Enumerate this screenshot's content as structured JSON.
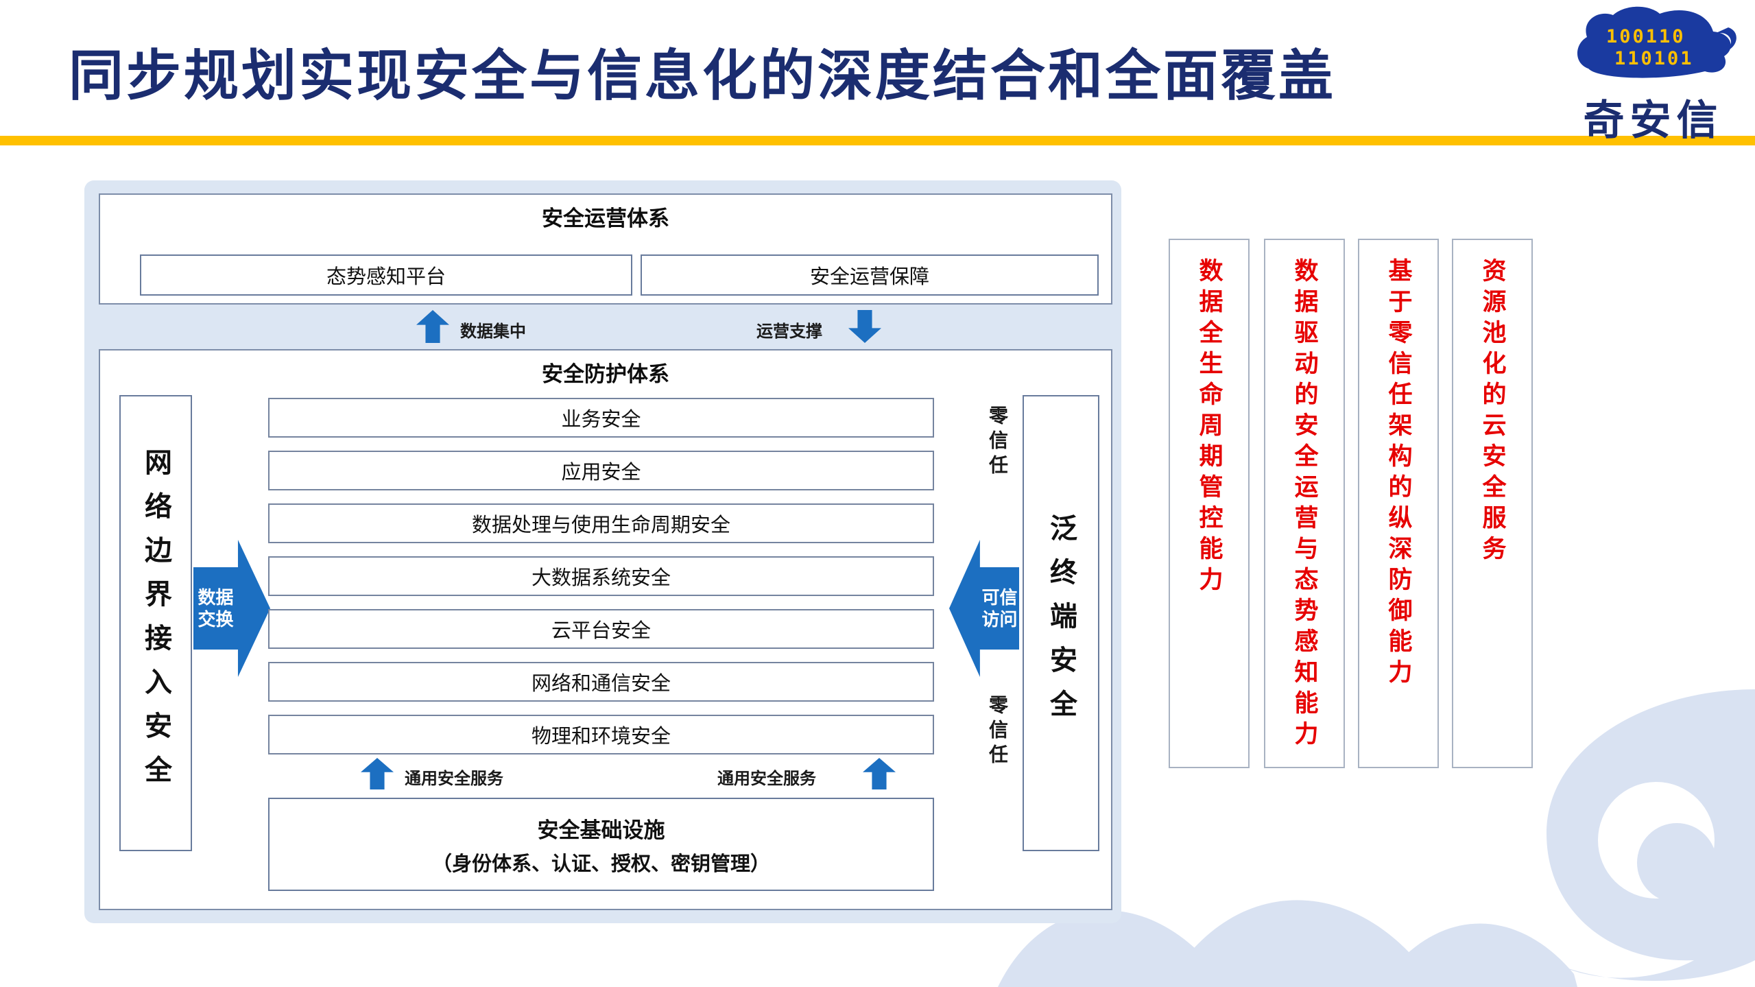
{
  "header": {
    "title": "同步规划实现安全与信息化的深度结合和全面覆盖"
  },
  "logo": {
    "brand": "奇安信",
    "binary_row1": "100110",
    "binary_row2": "110101"
  },
  "operations": {
    "title": "安全运营体系",
    "platform": "态势感知平台",
    "assurance": "安全运营保障",
    "up_arrow_label": "数据集中",
    "down_arrow_label": "运营支撑"
  },
  "protection": {
    "title": "安全防护体系",
    "left_pillar": "网络边界接入安全",
    "data_exchange_line1": "数据",
    "data_exchange_line2": "交换",
    "layers": [
      "业务安全",
      "应用安全",
      "数据处理与使用生命周期安全",
      "大数据系统安全",
      "云平台安全",
      "网络和通信安全",
      "物理和环境安全"
    ],
    "service_label_left": "通用安全服务",
    "service_label_right": "通用安全服务",
    "infra_title": "安全基础设施",
    "infra_detail": "（身份体系、认证、授权、密钥管理）",
    "zero_trust_top": "零信任",
    "zero_trust_bottom": "零信任",
    "trusted_access_line1": "可信",
    "trusted_access_line2": "访问",
    "right_pillar": "泛终端安全"
  },
  "capabilities": [
    "数据全生命周期管控能力",
    "数据驱动的安全运营与态势感知能力",
    "基于零信任架构的纵深防御能力",
    "资源池化的云安全服务"
  ],
  "colors": {
    "title_blue": "#1b2d70",
    "accent_yellow": "#ffc000",
    "panel_blue": "#dce6f3",
    "arrow_blue": "#1c6fc1",
    "capability_red": "#e60000"
  }
}
